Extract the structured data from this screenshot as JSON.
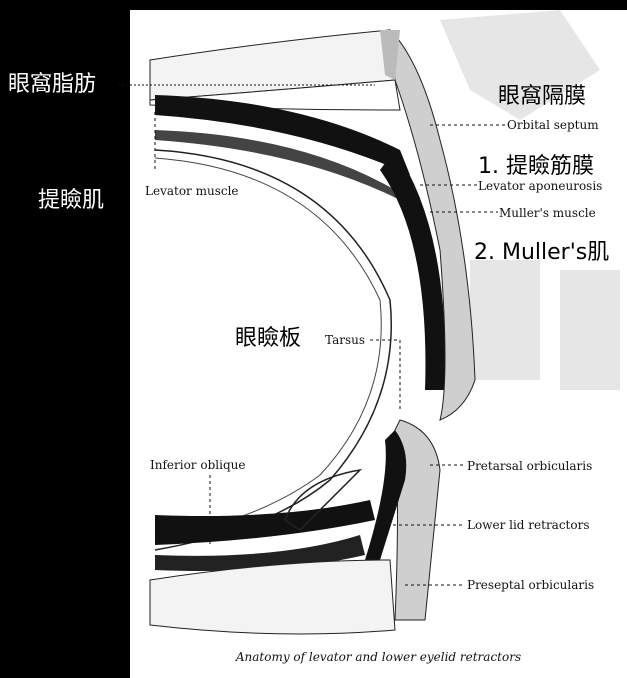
{
  "left_labels": {
    "orbital_fat": "眼窩脂肪",
    "levator": "提瞼肌"
  },
  "right_labels": {
    "septum_cn": "眼窩隔膜",
    "aponeurosis_cn": "1. 提瞼筋膜",
    "muller_cn": "2. Muller's肌"
  },
  "center_labels": {
    "tarsus_cn": "眼瞼板",
    "tarsus_en": "Tarsus"
  },
  "en_labels": {
    "levator_muscle": "Levator muscle",
    "orbital_septum": "Orbital septum",
    "levator_aponeurosis": "Levator aponeurosis",
    "mullers_muscle": "Muller's muscle",
    "inferior_oblique": "Inferior oblique",
    "pretarsal_orbicularis": "Pretarsal orbicularis",
    "lower_lid_retractors": "Lower lid retractors",
    "preseptal_orbicularis": "Preseptal orbicularis"
  },
  "caption": "Anatomy of levator and lower eyelid retractors",
  "colors": {
    "background": "#000000",
    "panel": "#ffffff",
    "ink": "#111111",
    "watermark": "#d9d9d9"
  }
}
